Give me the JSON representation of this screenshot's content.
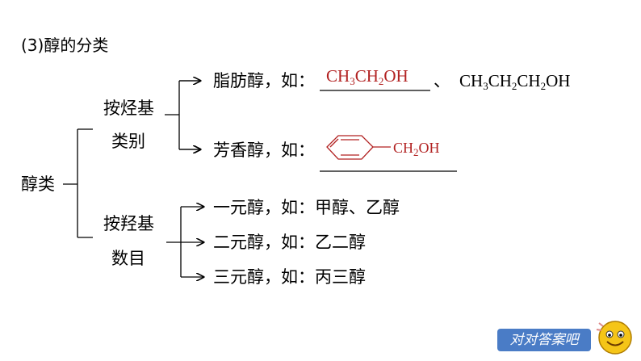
{
  "heading": "(3)醇的分类",
  "root": "醇类",
  "branches": [
    {
      "label_line1": "按烃基",
      "label_line2": "类别",
      "items": [
        {
          "label": "脂肪醇，如：",
          "answer": {
            "p1": "CH",
            "s1": "3",
            "p2": "CH",
            "s2": "2",
            "p3": "OH"
          },
          "separator": "、",
          "example": {
            "p1": "CH",
            "s1": "3",
            "p2": "CH",
            "s2": "2",
            "p3": "CH",
            "s3": "2",
            "p4": "OH"
          }
        },
        {
          "label": "芳香醇，如：",
          "structure_group": "—CH₂OH"
        }
      ]
    },
    {
      "label_line1": "按羟基",
      "label_line2": "数目",
      "items": [
        {
          "label": "一元醇，如：",
          "examples": "甲醇、乙醇"
        },
        {
          "label": "二元醇，如：",
          "examples": "乙二醇"
        },
        {
          "label": "三元醇，如：",
          "examples": "丙三醇"
        }
      ]
    }
  ],
  "answer_button": "对对答案吧",
  "colors": {
    "answer": "#b22222",
    "button": "#4a7cc6",
    "line": "#000000"
  }
}
